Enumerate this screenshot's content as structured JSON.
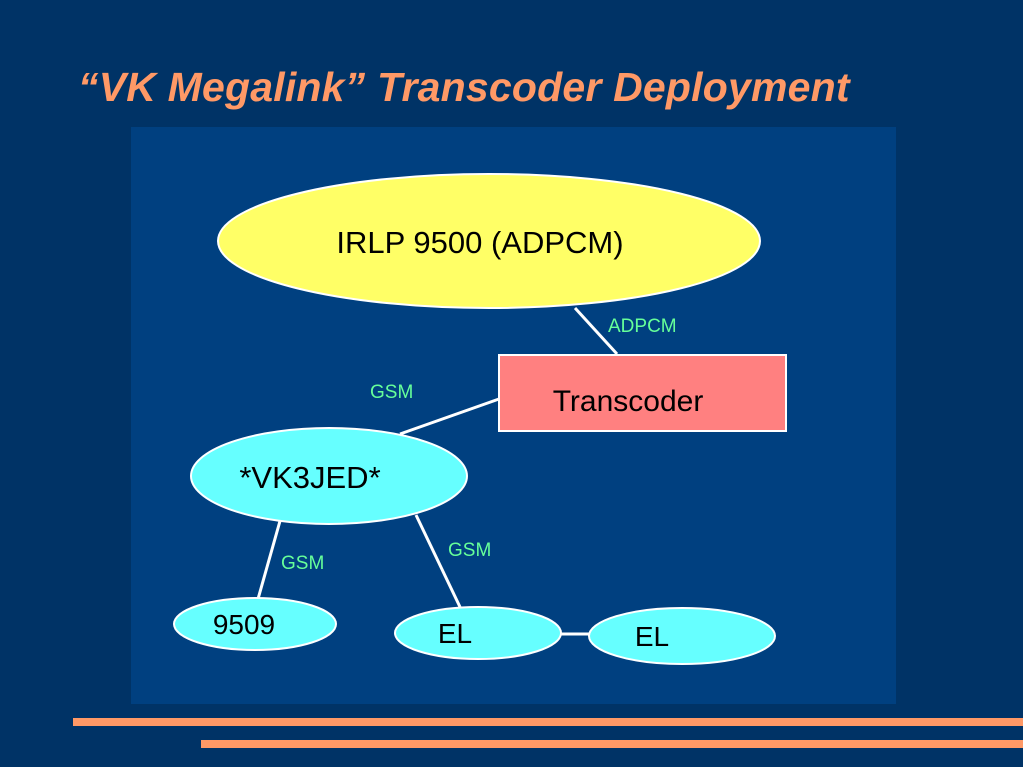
{
  "slide": {
    "title": "“VK Megalink” Transcoder Deployment"
  },
  "diagram": {
    "nodes": {
      "irlp": "IRLP 9500 (ADPCM)",
      "transcoder": "Transcoder",
      "vk3jed": "*VK3JED*",
      "node_9509": "9509",
      "el_left": "EL",
      "el_right": "EL"
    },
    "edge_labels": {
      "irlp_transcoder": "ADPCM",
      "transcoder_vk3jed": "GSM",
      "vk3jed_9509": "GSM",
      "vk3jed_el": "GSM"
    }
  },
  "colors": {
    "background": "#003366",
    "panel": "#004080",
    "title": "#ff9966",
    "irlp_fill": "#ffff66",
    "transcoder_fill": "#ff8080",
    "cyan_fill": "#66ffff",
    "edge_label": "#66ff99",
    "connector": "#ffffff",
    "rule": "#ff9966"
  }
}
